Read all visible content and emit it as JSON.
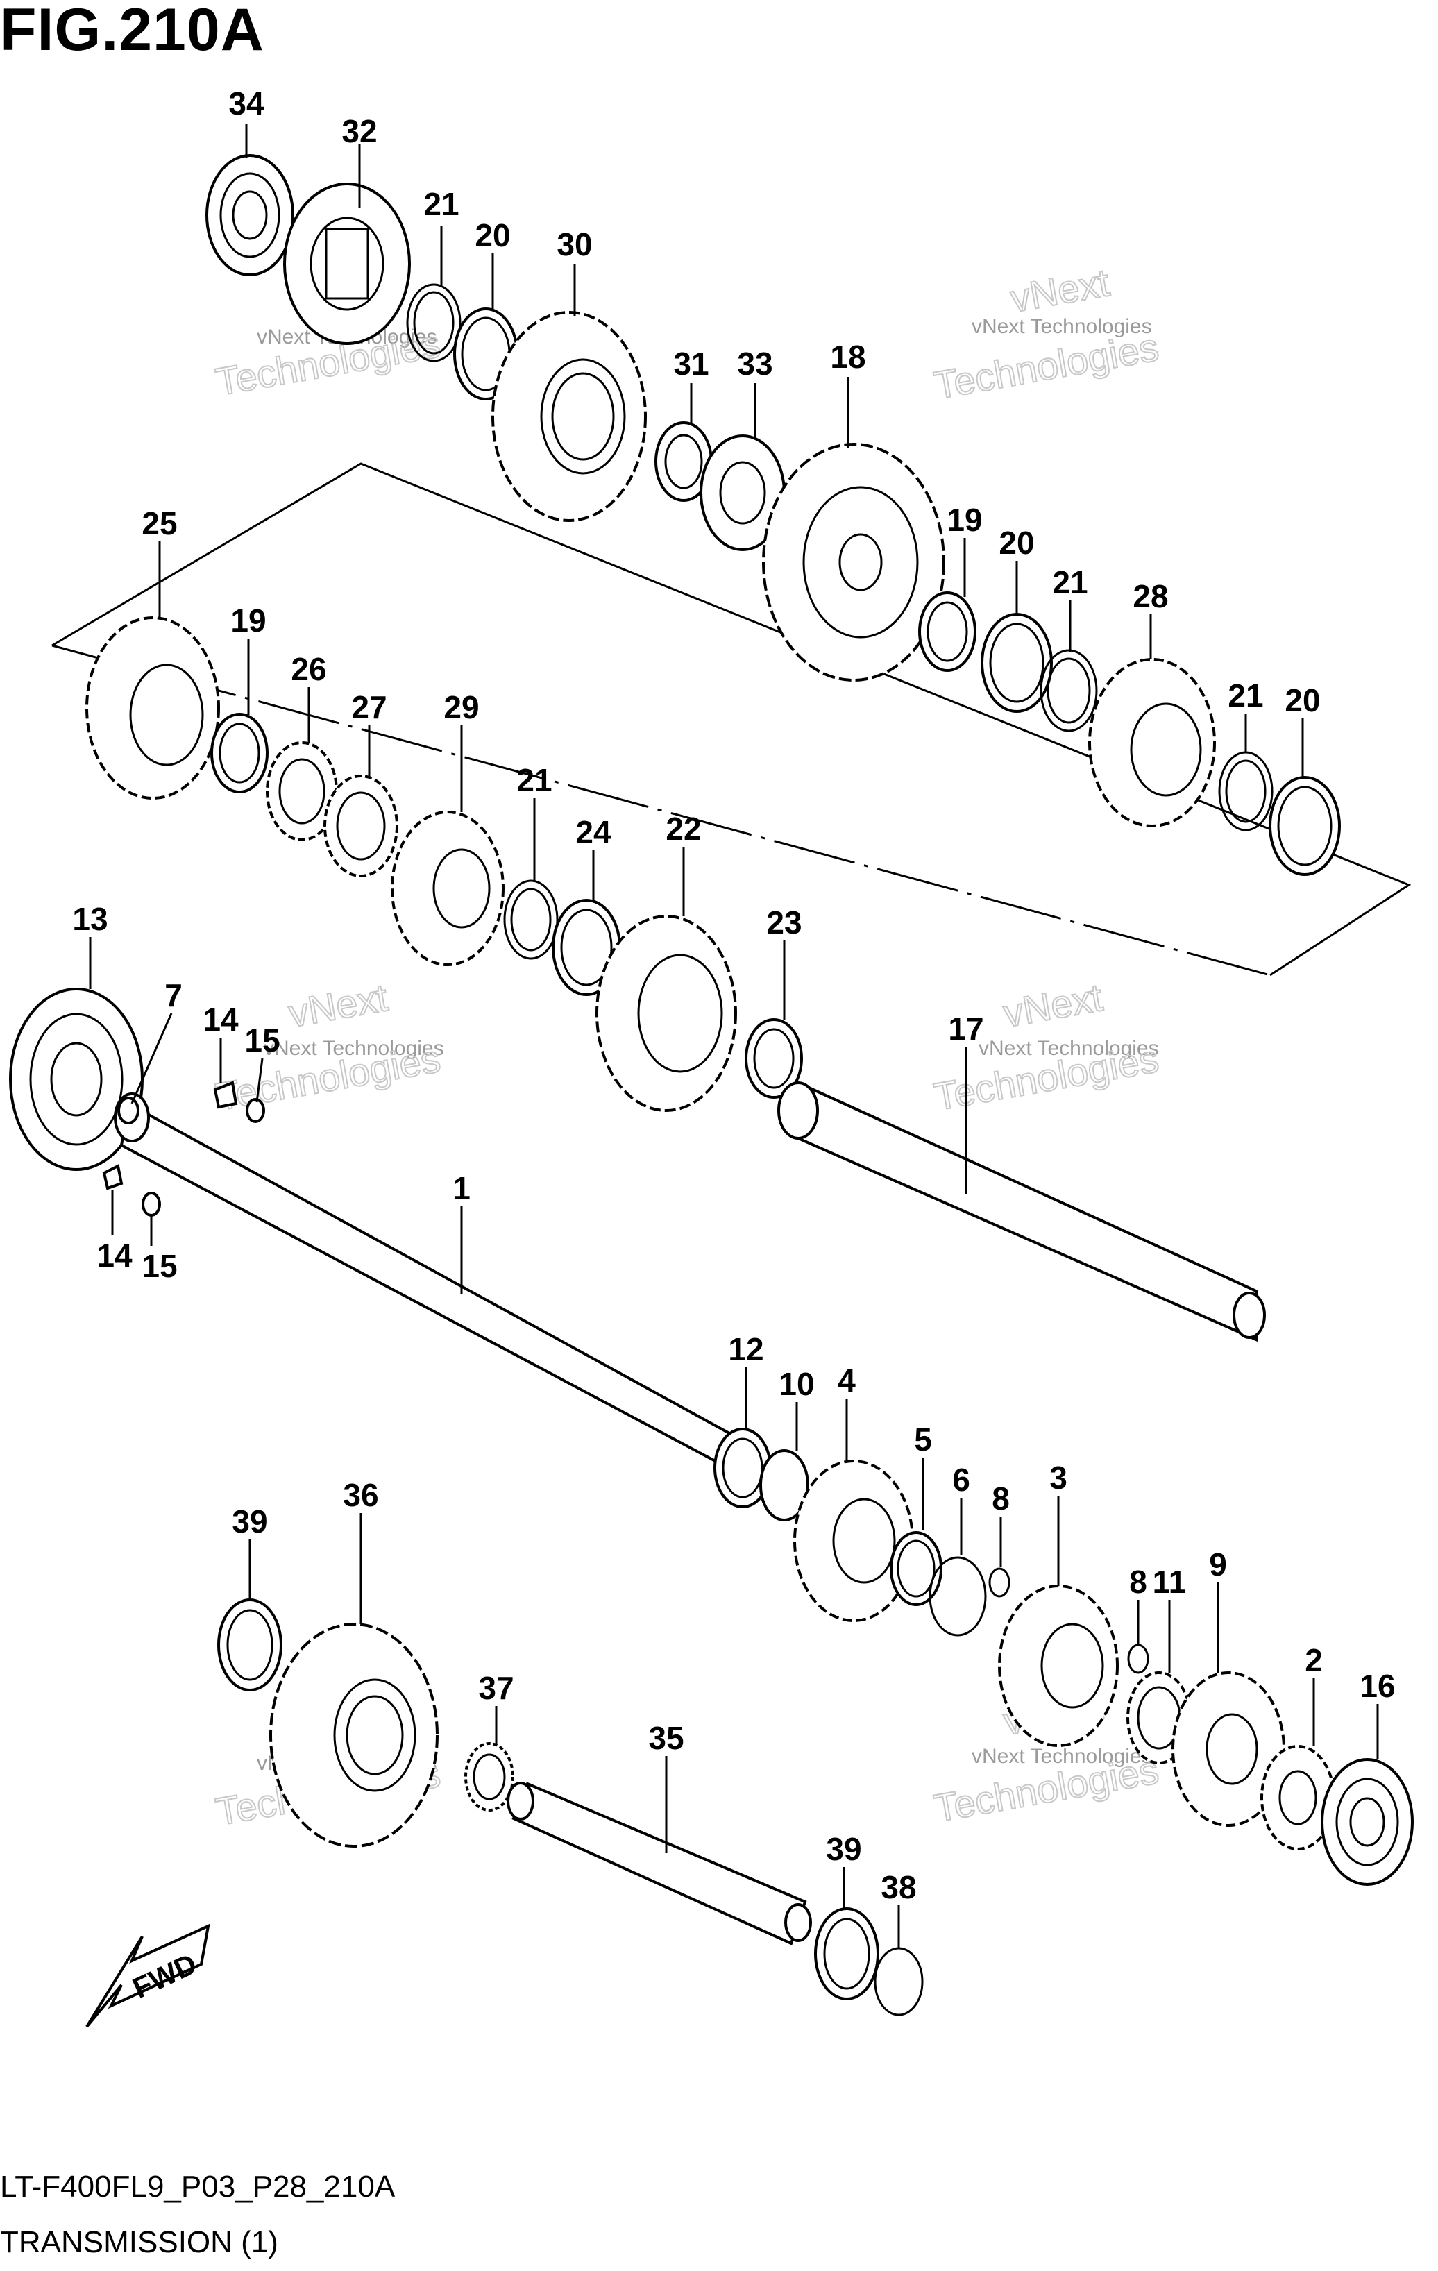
{
  "figure_title": "FIG.210A",
  "diagram_code": "LT-F400FL9_P03_P28_210A",
  "section_title": "TRANSMISSION (1)",
  "direction_badge": "FWD",
  "watermark": {
    "line1": "vNext Technologies",
    "line2": "vNext",
    "line3": "Technologies"
  },
  "callouts": [
    {
      "id": "p34",
      "label": "34"
    },
    {
      "id": "p32",
      "label": "32"
    },
    {
      "id": "p21a",
      "label": "21"
    },
    {
      "id": "p20a",
      "label": "20"
    },
    {
      "id": "p30",
      "label": "30"
    },
    {
      "id": "p31",
      "label": "31"
    },
    {
      "id": "p33",
      "label": "33"
    },
    {
      "id": "p18",
      "label": "18"
    },
    {
      "id": "p19a",
      "label": "19"
    },
    {
      "id": "p20b",
      "label": "20"
    },
    {
      "id": "p21b",
      "label": "21"
    },
    {
      "id": "p28",
      "label": "28"
    },
    {
      "id": "p21c",
      "label": "21"
    },
    {
      "id": "p20c",
      "label": "20"
    },
    {
      "id": "p25",
      "label": "25"
    },
    {
      "id": "p19b",
      "label": "19"
    },
    {
      "id": "p26",
      "label": "26"
    },
    {
      "id": "p27",
      "label": "27"
    },
    {
      "id": "p29",
      "label": "29"
    },
    {
      "id": "p21d",
      "label": "21"
    },
    {
      "id": "p24",
      "label": "24"
    },
    {
      "id": "p22",
      "label": "22"
    },
    {
      "id": "p23",
      "label": "23"
    },
    {
      "id": "p13",
      "label": "13"
    },
    {
      "id": "p7",
      "label": "7"
    },
    {
      "id": "p14a",
      "label": "14"
    },
    {
      "id": "p15a",
      "label": "15"
    },
    {
      "id": "p17",
      "label": "17"
    },
    {
      "id": "p14b",
      "label": "14"
    },
    {
      "id": "p15b",
      "label": "15"
    },
    {
      "id": "p1",
      "label": "1"
    },
    {
      "id": "p12",
      "label": "12"
    },
    {
      "id": "p10",
      "label": "10"
    },
    {
      "id": "p4",
      "label": "4"
    },
    {
      "id": "p5",
      "label": "5"
    },
    {
      "id": "p6",
      "label": "6"
    },
    {
      "id": "p8a",
      "label": "8"
    },
    {
      "id": "p3",
      "label": "3"
    },
    {
      "id": "p39a",
      "label": "39"
    },
    {
      "id": "p36",
      "label": "36"
    },
    {
      "id": "p8b",
      "label": "8"
    },
    {
      "id": "p11",
      "label": "11"
    },
    {
      "id": "p9",
      "label": "9"
    },
    {
      "id": "p37",
      "label": "37"
    },
    {
      "id": "p2",
      "label": "2"
    },
    {
      "id": "p16",
      "label": "16"
    },
    {
      "id": "p35",
      "label": "35"
    },
    {
      "id": "p39b",
      "label": "39"
    },
    {
      "id": "p38",
      "label": "38"
    }
  ]
}
